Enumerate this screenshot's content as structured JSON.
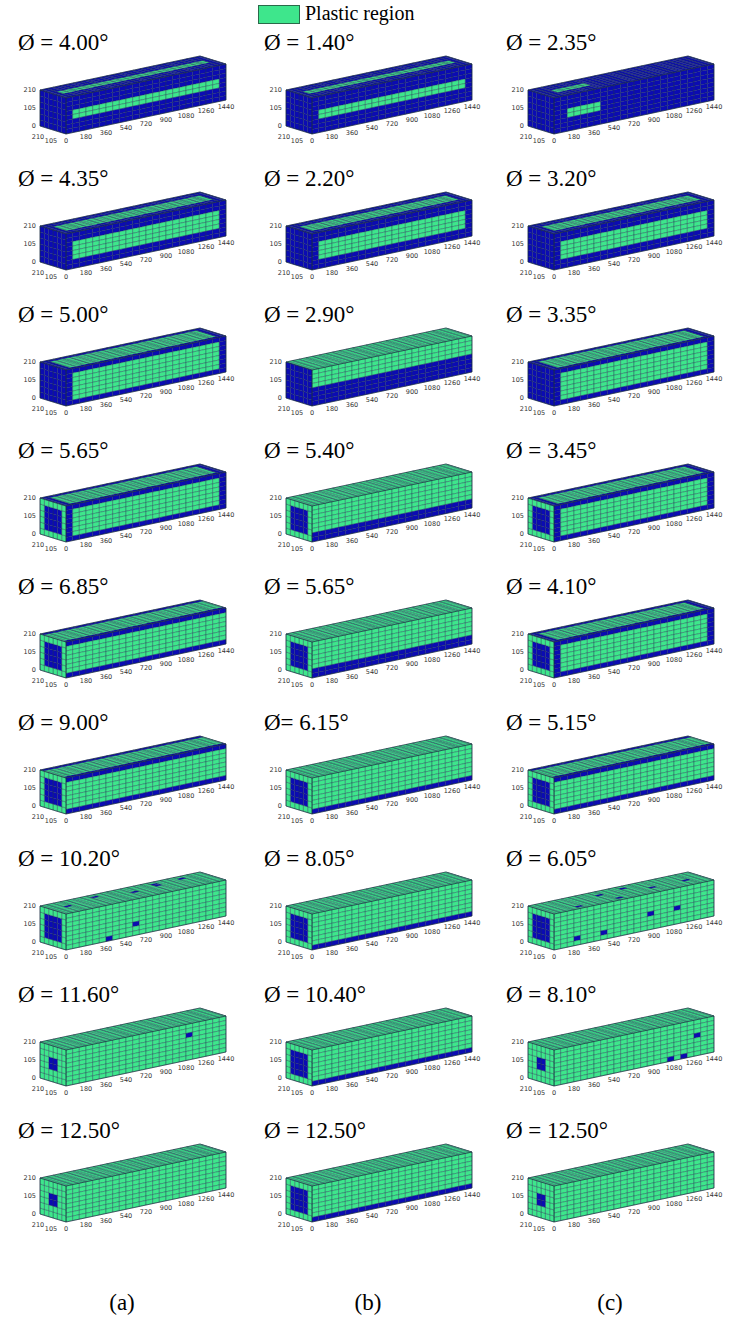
{
  "diagram": {
    "labels": [
      "Ø = 4.00°",
      "210",
      "105",
      "0",
      "105",
      "210",
      "0",
      "180",
      "360",
      "540",
      "720",
      "900",
      "1080",
      "1260",
      "1440",
      "Ø = 1.40°",
      "210",
      "105",
      "0",
      "105",
      "210",
      "0",
      "180",
      "360",
      "540",
      "720",
      "900",
      "1080",
      "1260",
      "1440",
      "Ø = 2.35°",
      "210",
      "105",
      "0",
      "105",
      "210",
      "0",
      "180",
      "360",
      "540",
      "720",
      "900",
      "1080",
      "1260",
      "1440",
      "Ø = 4.35°",
      "210",
      "105",
      "0",
      "105",
      "210",
      "0",
      "180",
      "360",
      "540",
      "720",
      "900",
      "1080",
      "1260",
      "1440",
      "Ø = 2.20°",
      "210",
      "105",
      "0",
      "105",
      "210",
      "0",
      "180",
      "360",
      "540",
      "720",
      "900",
      "1080",
      "1260",
      "1440",
      "Ø = 3.20°",
      "210",
      "105",
      "0",
      "105",
      "210",
      "0",
      "180",
      "360",
      "540",
      "720",
      "900",
      "1080",
      "1260",
      "1440",
      "Ø = 5.00°",
      "210",
      "105",
      "0",
      "105",
      "210",
      "0",
      "180",
      "360",
      "540",
      "720",
      "900",
      "1080",
      "1260",
      "1440",
      "Ø = 2.90°",
      "210",
      "105",
      "0",
      "105",
      "210",
      "0",
      "180",
      "360",
      "540",
      "720",
      "900",
      "1080",
      "1260",
      "1440",
      "Ø = 3.35°",
      "210",
      "105",
      "0",
      "105",
      "210",
      "0",
      "180",
      "360",
      "540",
      "720",
      "900",
      "1080",
      "1260",
      "1440",
      "Ø = 5.65°",
      "210",
      "105",
      "0",
      "105",
      "210",
      "0",
      "180",
      "360",
      "540",
      "720",
      "900",
      "1080",
      "1260",
      "1440",
      "Ø = 5.40°",
      "210",
      "105",
      "0",
      "105",
      "210",
      "0",
      "180",
      "360",
      "540",
      "720",
      "900",
      "1080",
      "1260",
      "1440",
      "Ø = 3.45°",
      "210",
      "105",
      "0",
      "105",
      "210",
      "0",
      "180",
      "360",
      "540",
      "720",
      "900",
      "1080",
      "1260",
      "1440",
      "Ø = 6.85°",
      "210",
      "105",
      "0",
      "105",
      "210",
      "0",
      "180",
      "360",
      "540",
      "720",
      "900",
      "1080",
      "1260",
      "1440",
      "Ø = 5.65°",
      "210",
      "105",
      "0",
      "105",
      "210",
      "0",
      "180",
      "360",
      "540",
      "720",
      "900",
      "1080",
      "1260",
      "1440",
      "Ø = 4.10°",
      "210",
      "105",
      "0",
      "105",
      "210",
      "0",
      "180",
      "360",
      "540",
      "720",
      "900",
      "1080",
      "1260",
      "1440",
      "Ø = 9.00°",
      "210",
      "105",
      "0",
      "105",
      "210",
      "0",
      "180",
      "360",
      "540",
      "720",
      "900",
      "1080",
      "1260",
      "1440",
      "Ø= 6.15°",
      "210",
      "105",
      "0",
      "105",
      "210",
      "0",
      "180",
      "360",
      "540",
      "720",
      "900",
      "1080",
      "1260",
      "1440",
      "Ø = 5.15°",
      "210",
      "105",
      "0",
      "105",
      "210",
      "0",
      "180",
      "360",
      "540",
      "720",
      "900",
      "1080",
      "1260",
      "1440",
      "Ø = 10.20°",
      "210",
      "105",
      "0",
      "105",
      "210",
      "0",
      "180",
      "360",
      "540",
      "720",
      "900",
      "1080",
      "1260",
      "1440",
      "Ø = 8.05°",
      "210",
      "105",
      "0",
      "105",
      "210",
      "0",
      "180",
      "360",
      "540",
      "720",
      "900",
      "1080",
      "1260",
      "1440",
      "Ø = 6.05°",
      "210",
      "105",
      "0",
      "105",
      "210",
      "0",
      "180",
      "360",
      "540",
      "720",
      "900",
      "1080",
      "1260",
      "1440",
      "Ø = 11.60°",
      "210",
      "105",
      "0",
      "105",
      "210",
      "0",
      "180",
      "360",
      "540",
      "720",
      "900",
      "1080",
      "1260",
      "1440",
      "Ø = 10.40°",
      "210",
      "105",
      "0",
      "105",
      "210",
      "0",
      "180",
      "360",
      "540",
      "720",
      "900",
      "1080",
      "1260",
      "1440",
      "Ø = 8.10°",
      "210",
      "105",
      "0",
      "105",
      "210",
      "0",
      "180",
      "360",
      "540",
      "720",
      "900",
      "1080",
      "1260",
      "1440",
      "Ø = 12.50°",
      "210",
      "105",
      "0",
      "105",
      "210",
      "0",
      "180",
      "360",
      "540",
      "720",
      "900",
      "1080",
      "1260",
      "1440",
      "Ø = 12.50°",
      "210",
      "105",
      "0",
      "105",
      "210",
      "0",
      "180",
      "360",
      "540",
      "720",
      "900",
      "1080",
      "1260",
      "1440",
      "Ø = 12.50°",
      "210",
      "105",
      "0",
      "105",
      "210",
      "0",
      "180",
      "360",
      "540",
      "720",
      "900",
      "1080",
      "1260",
      "1440",
      "(a)",
      "(b)",
      "(c)"
    ],
    "legend": [
      {
        "text": "Plastic region",
        "color": "#3ee68c"
      }
    ]
  }
}
